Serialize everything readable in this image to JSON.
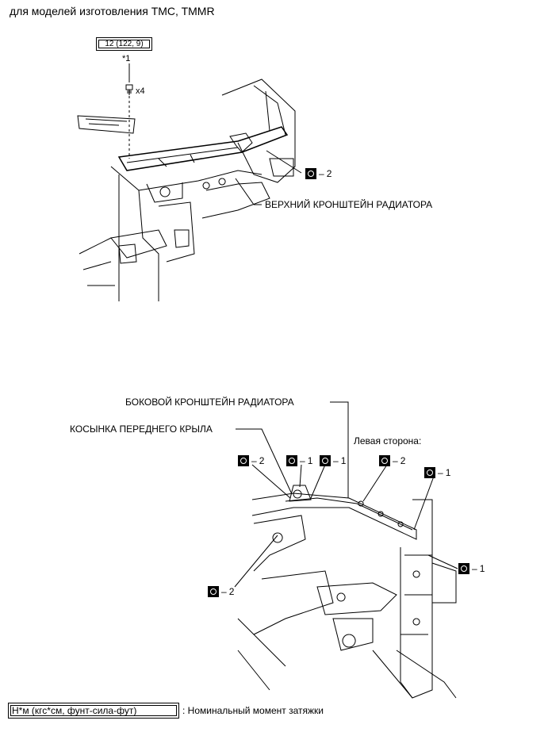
{
  "header": {
    "text": "для моделей изготовления TMC, TMMR"
  },
  "top_diagram": {
    "torque_spec": "12 (122, 9)",
    "note_ref": "*1",
    "bolt_count": "x4",
    "callout_num": "2",
    "part_label": "ВЕРХНИЙ КРОНШТЕЙН РАДИАТОРА"
  },
  "bottom_diagram": {
    "side_bracket_label": "БОКОВОЙ КРОНШТЕЙН РАДИАТОРА",
    "gusset_label": "КОСЫНКА ПЕРЕДНЕГО КРЫЛА",
    "side_label": "Левая сторона:",
    "callouts": [
      "2",
      "1",
      "1",
      "2",
      "1",
      "1",
      "2"
    ]
  },
  "legend": {
    "units": "Н*м (кгс*см, фунт-сила-фут)",
    "description": ": Номинальный момент затяжки"
  },
  "icons": {
    "callout_symbol": "clip-symbol-icon",
    "bolt": "bolt-icon"
  }
}
